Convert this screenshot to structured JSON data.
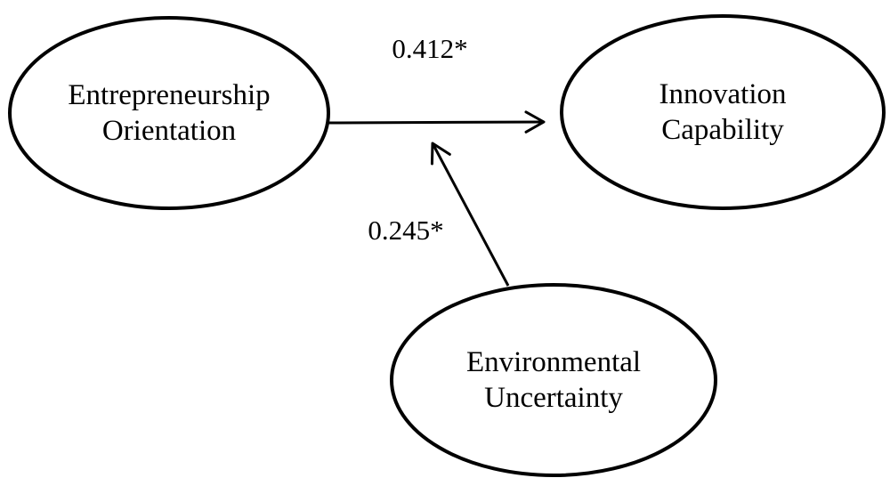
{
  "figure": {
    "type": "moderation-path-diagram",
    "colors": {
      "stroke": "#000000",
      "background": "#ffffff",
      "text": "#000000"
    },
    "nodes": {
      "entrepreneurship_orientation": {
        "line1": "Entrepreneurship",
        "line2": "Orientation"
      },
      "innovation_capability": {
        "line1": "Innovation",
        "line2": "Capability"
      },
      "environmental_uncertainty": {
        "line1": "Environmental",
        "line2": "Uncertainty"
      }
    },
    "paths": [
      {
        "from": "Entrepreneurship Orientation",
        "to": "Innovation Capability",
        "coefficient": "0.412*",
        "role": "direct effect"
      },
      {
        "from": "Environmental Uncertainty",
        "to": "Entrepreneurship Orientation -> Innovation Capability arrow",
        "coefficient": "0.245*",
        "role": "moderation effect"
      }
    ]
  }
}
